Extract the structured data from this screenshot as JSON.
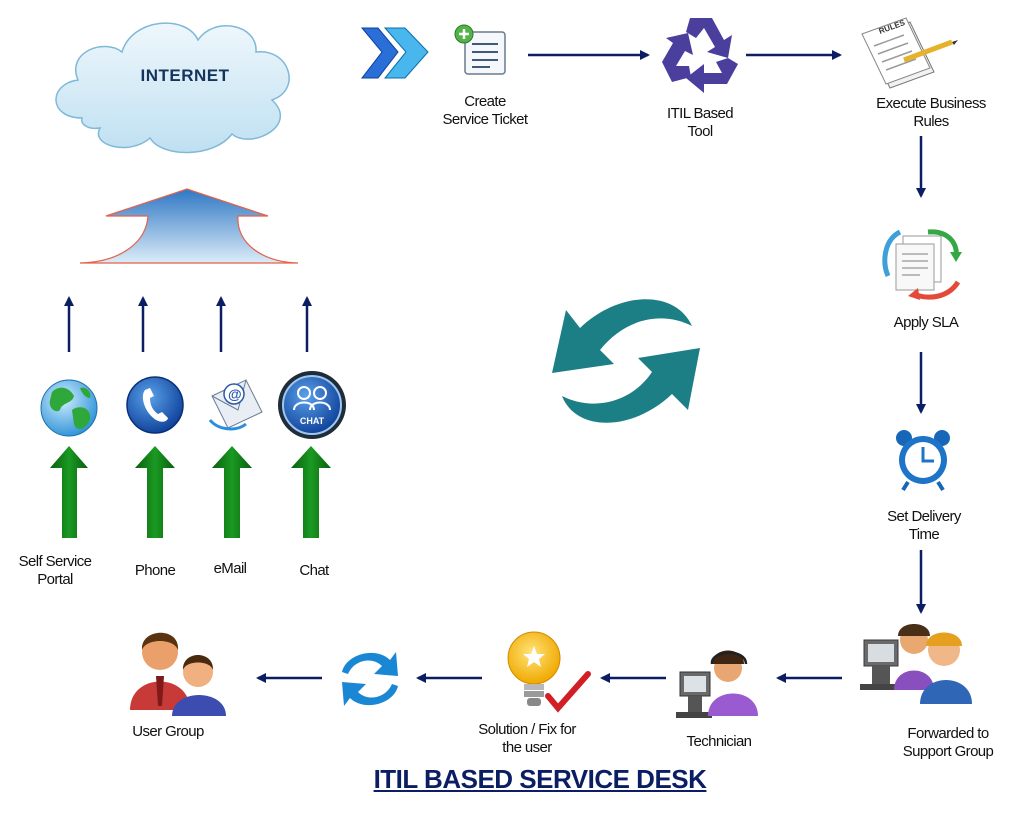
{
  "title": "ITIL BASED SERVICE DESK",
  "cloud": {
    "label": "INTERNET"
  },
  "process_steps": [
    {
      "label": "Create\nService Ticket",
      "icon": "document-add-icon"
    },
    {
      "label": "ITIL Based\nTool",
      "icon": "recycle-icon"
    },
    {
      "label": "Execute Business\nRules",
      "icon": "rules-document-icon",
      "icon_text": "RULES"
    },
    {
      "label": "Apply SLA",
      "icon": "document-cycle-icon"
    },
    {
      "label": "Set Delivery\nTime",
      "icon": "alarm-clock-icon"
    },
    {
      "label": "Forwarded to\nSupport Group",
      "icon": "support-group-icon"
    },
    {
      "label": "Technician",
      "icon": "technician-icon"
    },
    {
      "label": "Solution / Fix for\nthe user",
      "icon": "lightbulb-check-icon"
    },
    {
      "label": "User Group",
      "icon": "user-group-icon"
    }
  ],
  "channels": [
    {
      "label": "Self Service\nPortal",
      "icon": "globe-icon"
    },
    {
      "label": "Phone",
      "icon": "phone-icon"
    },
    {
      "label": "eMail",
      "icon": "email-icon"
    },
    {
      "label": "Chat",
      "icon": "chat-icon",
      "icon_text": "CHAT"
    }
  ],
  "colors": {
    "connector": "#0b1e63",
    "up_arrow": "#0a7a10",
    "cycle": "#1d7f86",
    "title": "#0b1e63"
  }
}
